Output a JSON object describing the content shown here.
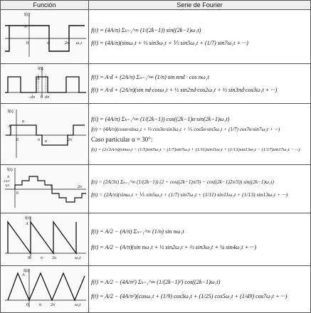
{
  "header": {
    "col_function": "Función",
    "col_series": "Serie de Fourier"
  },
  "rows": [
    {
      "fig_labels": {
        "f": "f(t)",
        "A": "A",
        "z": "0",
        "pi": "π",
        "twopi": "2π",
        "wt": "ω₁t"
      },
      "eq": [
        "f(t) = (4A/π) Σₖ₌₁^∞ (1/(2k−1)) sin((2k−1)ω₁t)",
        "f(t) = (4A/π)(sinω₁t + ⅓ sin3ω₁t + ⅕ sin5ω₁t + (1/7) sin7ω₁t + ···)"
      ]
    },
    {
      "fig_labels": {
        "f": "f(t)",
        "A": "A",
        "d1": "−dπ",
        "d2": "dπ",
        "z": "0"
      },
      "eq": [
        "f(t) = A·d + (2A/π) Σₙ₌₁^∞ (1/n) sin nπd · cos nω₁t",
        "f(t) = A·d + (2A/π)(sin πd·cosω₁t + ½ sin2πd·cos2ω₁t + ⅓ sin3πd·cos3ω₁t + ···)"
      ]
    },
    {
      "fig_labels": {
        "f": "f(t)",
        "A": "A",
        "a": "α",
        "z": "0",
        "pi": "π",
        "twopi": "2π"
      },
      "eq": [
        "f(t) = (4A/π) Σₖ₌₁^∞ (1/(2k−1)) cos((2k−1)α·sin(2k−1)ω₁t)",
        "f(t) = (4A/π)(cosα·sinω₁t + ⅓ cos3α·sin3ω₁t + ⅕ cos5α·sin5ω₁t + (1/7) cos7α·sin7ω₁t + ···)",
        "Caso particular α = 30°:",
        "f(t) = (2√3A/π)(sinω₁t − (1/5)sin5ω₁t − (1/7)sin7ω₁t + (1/11)sin11ω₁t + (1/13)sin13ω₁t − (1/17)sin17ω₁t − ···)"
      ]
    },
    {
      "fig_labels": {
        "f": "f(t)",
        "A": "A",
        "A2": "2A/3",
        "A3": "A/3",
        "z": "0",
        "pi": "π",
        "twopi": "2π"
      },
      "eq": [
        "f(t) = (2A/3π) Σₖ₌₁^∞ (1/(2k−1)) (2 + cos((2k−1)π/3) − cos((2k−1)2π/3)) sin((2k−1)ω₁t)",
        "f(t) = (2A/π)(sinω₁t + ⅕ sin5ω₁t + (1/7) sin7ω₁t + (1/11) sin11ω₁t + (1/13) sin13ω₁t + ···)"
      ]
    },
    {
      "fig_labels": {
        "f": "f(t)",
        "A": "A",
        "z": "0",
        "pi": "π",
        "twopi": "2π",
        "wt": "ω₁t"
      },
      "eq": [
        "f(t) = A/2 − (A/π) Σₙ₌₁^∞ (1/n) sin nω₁t",
        "f(t) = A/2 − (A/π)(sin nω₁t + ½ sin2ω₁t + ⅓ sin3ω₁t + ¼ sin4ω₁t + ···)"
      ]
    },
    {
      "fig_labels": {
        "f": "f(t)",
        "A": "A",
        "z": "0",
        "pi": "π",
        "twopi": "2π",
        "wt": "ω₁t"
      },
      "eq": [
        "f(t) = A/2 − (4A/π²) Σₖ₌₁^∞ (1/(2k−1)²) cos((2k−1)ω₁t)",
        "f(t) = A/2 − (4A/π²)(cosω₁t + (1/9) cos3ω₁t + (1/25) cos5ω₁t + (1/49) cos7ω₁t + ···)"
      ]
    }
  ]
}
